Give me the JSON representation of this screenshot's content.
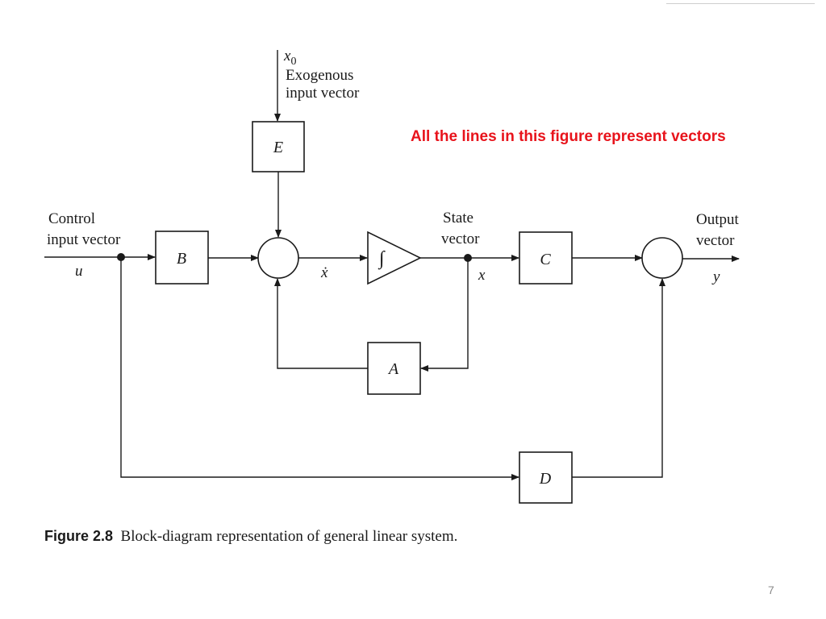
{
  "annotation": "All the lines in this figure represent vectors",
  "caption": {
    "figure_label": "Figure 2.8",
    "text": "Block-diagram representation of general linear system."
  },
  "page_number": "7",
  "blocks": {
    "E": "E",
    "B": "B",
    "A": "A",
    "C": "C",
    "D": "D",
    "integrator_symbol": "∫"
  },
  "signals": {
    "exogenous": {
      "symbol": "x",
      "subscript": "0",
      "line1": "Exogenous",
      "line2": "input vector"
    },
    "control": {
      "line1": "Control",
      "line2": "input vector",
      "symbol": "u"
    },
    "state_derivative": {
      "symbol": "ẋ"
    },
    "state": {
      "line1": "State",
      "line2": "vector",
      "symbol": "x"
    },
    "output": {
      "line1": "Output",
      "line2": "vector",
      "symbol": "y"
    }
  }
}
